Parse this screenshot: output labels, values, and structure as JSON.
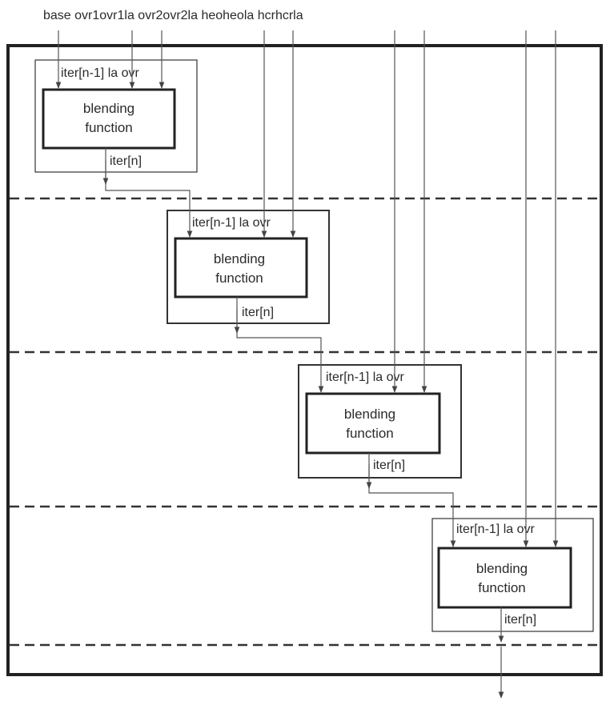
{
  "top_label": "base ovr1ovr1la ovr2ovr2la heoheola hcrhcrla",
  "stages": [
    {
      "input_label": "iter[n-1] la ovr",
      "block_line1": "blending",
      "block_line2": "function",
      "output_label": "iter[n]"
    },
    {
      "input_label": "iter[n-1] la ovr",
      "block_line1": "blending",
      "block_line2": "function",
      "output_label": "iter[n]"
    },
    {
      "input_label": "iter[n-1] la ovr",
      "block_line1": "blending",
      "block_line2": "function",
      "output_label": "iter[n]"
    },
    {
      "input_label": "iter[n-1] la ovr",
      "block_line1": "blending",
      "block_line2": "function",
      "output_label": "iter[n]"
    }
  ]
}
